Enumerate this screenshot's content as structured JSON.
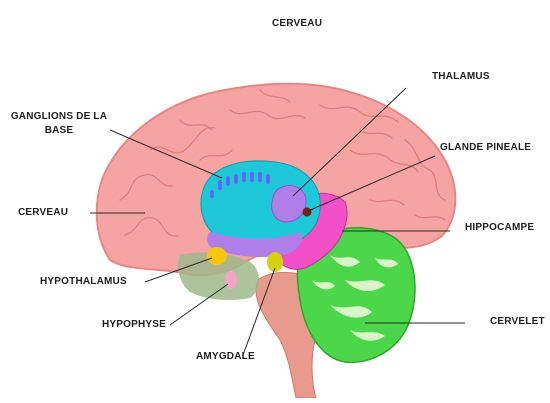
{
  "title": "CERVEAU",
  "labels": {
    "ganglions": "GANGLIONS DE LA BASE",
    "cerveau": "CERVEAU",
    "hypothalamus": "HYPOTHALAMUS",
    "hypophyse": "HYPOPHYSE",
    "amygdale": "AMYGDALE",
    "thalamus": "THALAMUS",
    "glande_pineale": "GLANDE PINEALE",
    "hippocampe": "HIPPOCAMPE",
    "cervelet": "CERVELET"
  },
  "colors": {
    "cortex": "#f5a3a3",
    "cortex_dark": "#e88585",
    "basal_ganglia": "#1ec8d8",
    "thalamus": "#b07ee8",
    "pineal": "#7a1e0e",
    "hippocampus": "#f24fc8",
    "cerebellum": "#4cd64a",
    "hypothalamus": "#f5c60f",
    "pituitary": "#f5a3c8",
    "amygdala": "#d4d10f",
    "brainstem": "#e89a8c",
    "stem_region": "#9fb98a"
  }
}
